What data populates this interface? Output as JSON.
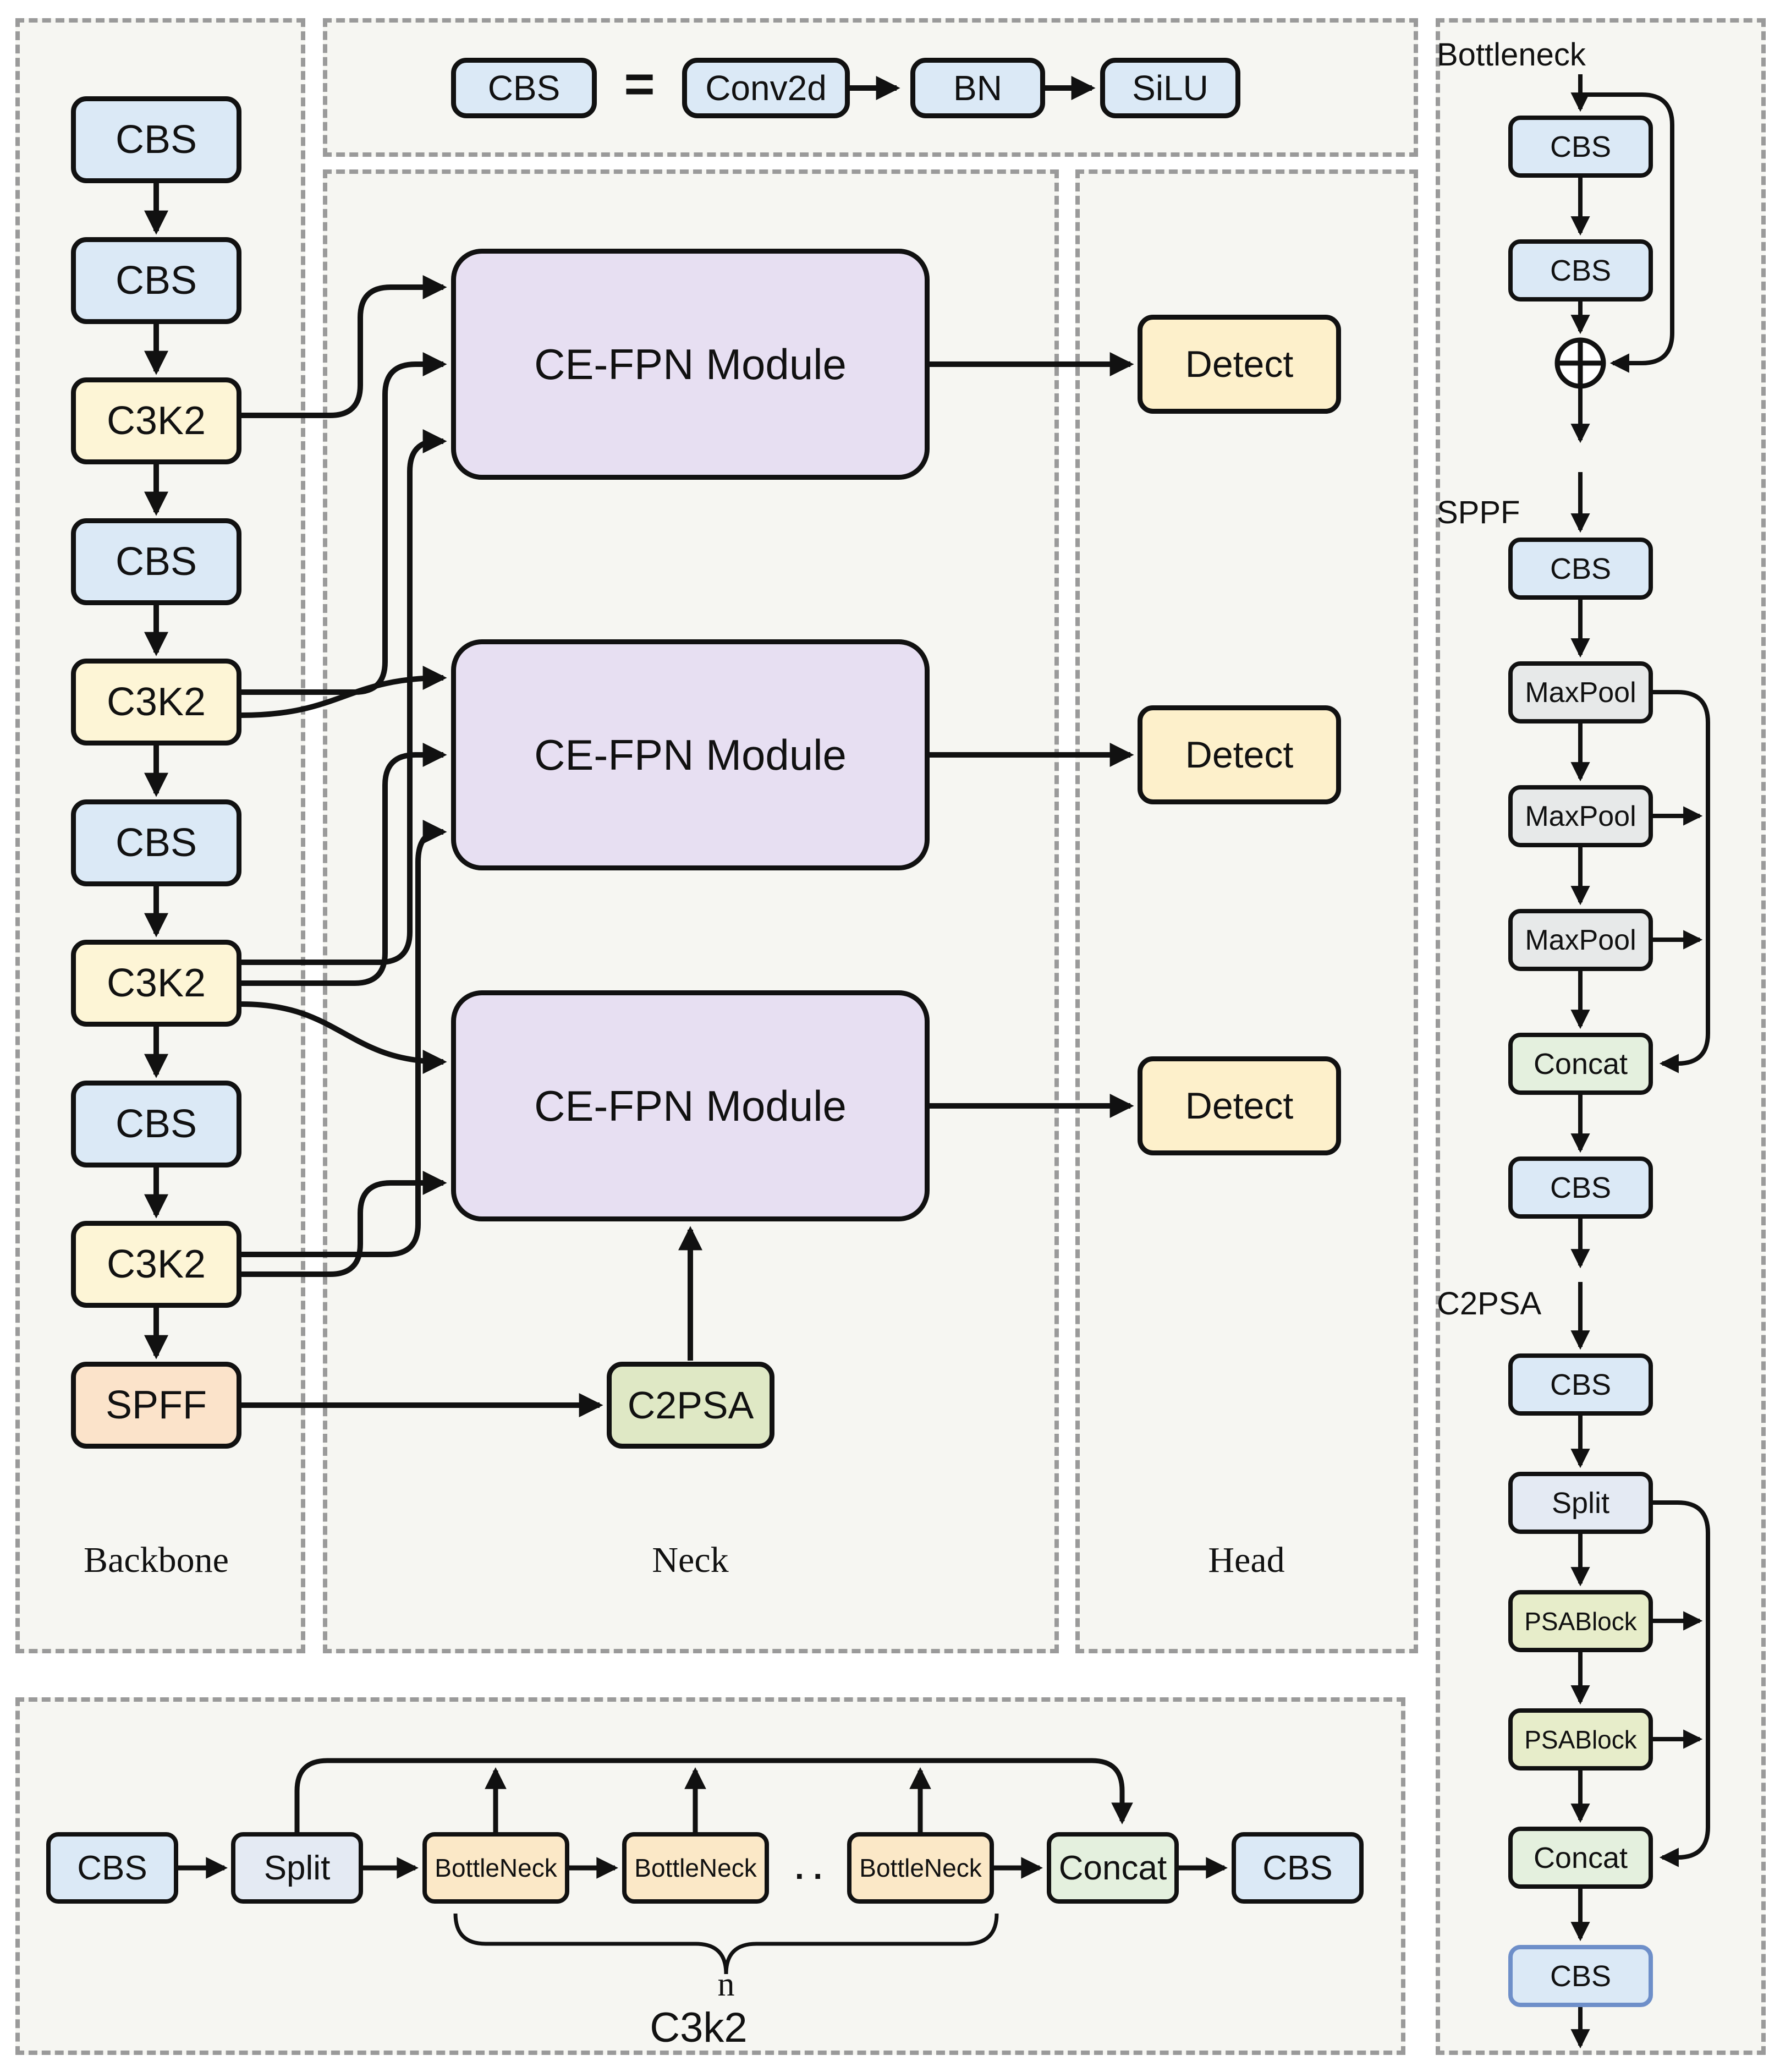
{
  "legend": {
    "cbs": "CBS",
    "equals": "=",
    "chain": [
      "Conv2d",
      "BN",
      "SiLU"
    ]
  },
  "backbone": {
    "label": "Backbone",
    "blocks": [
      "CBS",
      "CBS",
      "C3K2",
      "CBS",
      "C3K2",
      "CBS",
      "C3K2",
      "CBS",
      "C3K2",
      "SPFF"
    ]
  },
  "neck": {
    "label": "Neck",
    "modules": [
      "CE-FPN Module",
      "CE-FPN Module",
      "CE-FPN Module"
    ],
    "c2psa": "C2PSA"
  },
  "head": {
    "label": "Head",
    "detects": [
      "Detect",
      "Detect",
      "Detect"
    ]
  },
  "right": {
    "bottleneck": {
      "title": "Bottleneck",
      "blocks": [
        "CBS",
        "CBS"
      ]
    },
    "sppf": {
      "title": "SPPF",
      "blocks": [
        "CBS",
        "MaxPool",
        "MaxPool",
        "MaxPool",
        "Concat",
        "CBS"
      ]
    },
    "c2psa": {
      "title": "C2PSA",
      "blocks": [
        "CBS",
        "Split",
        "PSABlock",
        "PSABlock",
        "Concat",
        "CBS"
      ]
    }
  },
  "c3k2": {
    "title": "C3k2",
    "blocks": [
      "CBS",
      "Split",
      "BottleNeck",
      "BottleNeck",
      "BottleNeck",
      "Concat",
      "CBS"
    ],
    "dots": ". .",
    "repeat_label": "n"
  },
  "colors": {
    "cbs_fill": "#dbe9f6",
    "c3k2_fill": "#fdf5d6",
    "spff_fill": "#fbe3ca",
    "module_fill": "#e7dff2",
    "detect_fill": "#fdf0cb",
    "maxpool_fill": "#e7e9e9",
    "concat_fill": "#e4f0de",
    "split_fill": "#e4eaf3",
    "psablock_fill": "#e7edca",
    "bottleneck_fill": "#fbe8c7",
    "c2psa_fill": "#dfe8c5",
    "last_cbs_border": "#6e8fc9",
    "panel_border": "#9a9a9a",
    "panel_bg": "#f6f6f2",
    "line": "#111111"
  }
}
